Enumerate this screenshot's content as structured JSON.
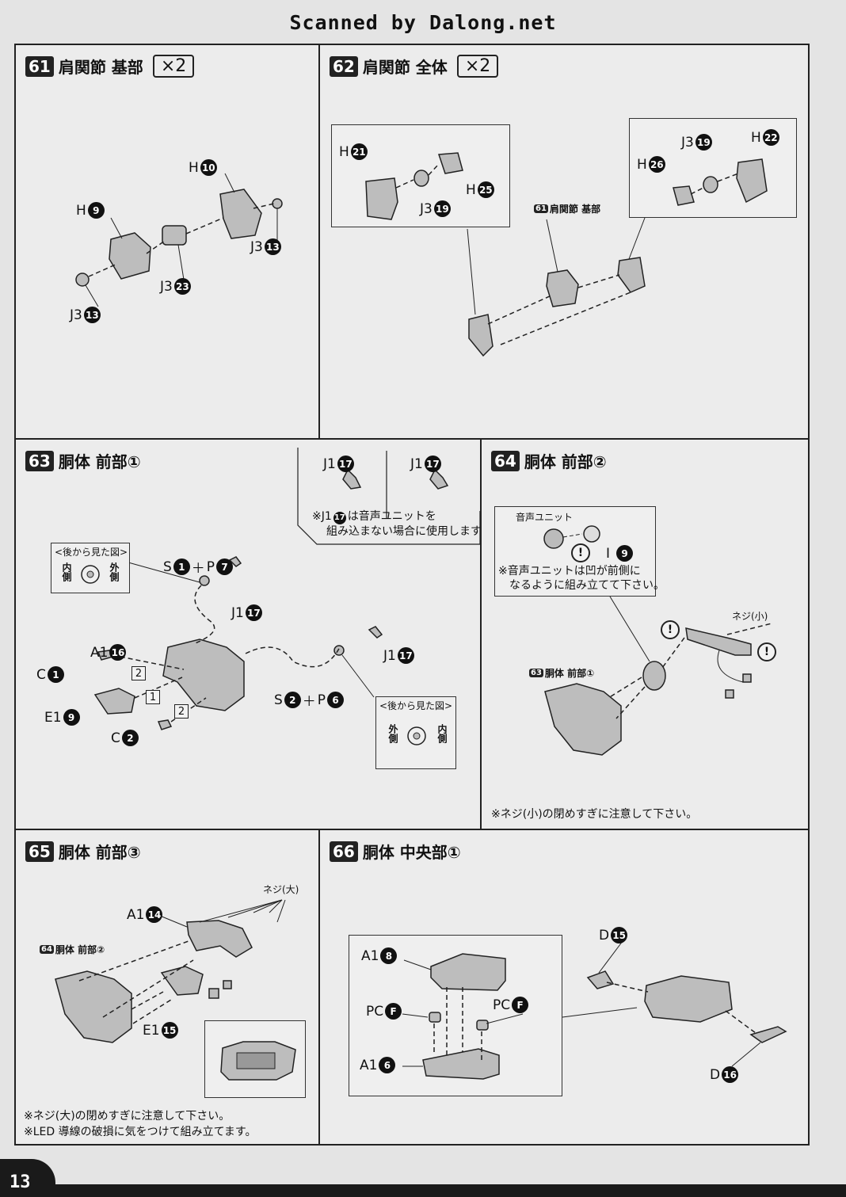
{
  "header": {
    "title": "Scanned by Dalong.net"
  },
  "page_number": "13",
  "steps": {
    "s61": {
      "num": "61",
      "title": "肩関節 基部",
      "mult": "×2",
      "labels": {
        "h10": {
          "letter": "H",
          "num": "10"
        },
        "h9": {
          "letter": "H",
          "num": "9"
        },
        "j3_13a": {
          "letter": "J3",
          "num": "13"
        },
        "j3_23": {
          "letter": "J3",
          "num": "23"
        },
        "j3_13b": {
          "letter": "J3",
          "num": "13"
        }
      }
    },
    "s62": {
      "num": "62",
      "title": "肩関節 全体",
      "mult": "×2",
      "labels": {
        "h21": {
          "letter": "H",
          "num": "21"
        },
        "h25": {
          "letter": "H",
          "num": "25"
        },
        "j3_19a": {
          "letter": "J3",
          "num": "19"
        },
        "j3_19b": {
          "letter": "J3",
          "num": "19"
        },
        "h22": {
          "letter": "H",
          "num": "22"
        },
        "h26": {
          "letter": "H",
          "num": "26"
        }
      },
      "ref": {
        "num": "61",
        "text": "肩関節 基部"
      }
    },
    "s63": {
      "num": "63",
      "title": "胴体 前部①",
      "labels": {
        "j1_17_top_a": {
          "letter": "J1",
          "num": "17"
        },
        "j1_17_top_b": {
          "letter": "J1",
          "num": "17"
        },
        "s1p7": {
          "a": "S",
          "an": "1",
          "plus": "＋",
          "b": "P",
          "bn": "7"
        },
        "j1_17a": {
          "letter": "J1",
          "num": "17"
        },
        "a1_16": {
          "letter": "A1",
          "num": "16"
        },
        "c1": {
          "letter": "C",
          "num": "1"
        },
        "e1_9": {
          "letter": "E1",
          "num": "9"
        },
        "c2": {
          "letter": "C",
          "num": "2"
        },
        "s2p6": {
          "a": "S",
          "an": "2",
          "plus": "＋",
          "b": "P",
          "bn": "6"
        },
        "j1_17b": {
          "letter": "J1",
          "num": "17"
        }
      },
      "seq": {
        "one": "1",
        "two_a": "2",
        "two_b": "2"
      },
      "note_top_prefix": "※J1",
      "note_top_num": "17",
      "note_top_rest": "は音声ユニットを",
      "note_top_line2": "組み込まない場合に使用します。",
      "view_left": {
        "title": "<後から見た図>",
        "left": "内側",
        "right": "外側"
      },
      "view_right": {
        "title": "<後から見た図>",
        "left": "外側",
        "right": "内側"
      }
    },
    "s64": {
      "num": "64",
      "title": "胴体 前部②",
      "sound_unit": "音声ユニット",
      "i9": {
        "letter": "I",
        "num": "9"
      },
      "note_box_l1": "※音声ユニットは凹が前側に",
      "note_box_l2": "なるように組み立てて下さい。",
      "screw_small": "ネジ(小)",
      "ref": {
        "num": "63",
        "text": "胴体 前部①"
      },
      "note_bottom": "※ネジ(小)の閉めすぎに注意して下さい。"
    },
    "s65": {
      "num": "65",
      "title": "胴体 前部③",
      "screw_large": "ネジ(大)",
      "a1_14": {
        "letter": "A1",
        "num": "14"
      },
      "e1_15": {
        "letter": "E1",
        "num": "15"
      },
      "ref": {
        "num": "64",
        "text": "胴体 前部②"
      },
      "note1": "※ネジ(大)の閉めすぎに注意して下さい。",
      "note2": "※LED 導線の破損に気をつけて組み立てます。"
    },
    "s66": {
      "num": "66",
      "title": "胴体 中央部①",
      "a1_8": {
        "letter": "A1",
        "num": "8"
      },
      "pcf_a": {
        "letter": "PC",
        "num": "F"
      },
      "pcf_b": {
        "letter": "PC",
        "num": "F"
      },
      "a1_6": {
        "letter": "A1",
        "num": "6"
      },
      "d15": {
        "letter": "D",
        "num": "15"
      },
      "d16": {
        "letter": "D",
        "num": "16"
      }
    }
  },
  "colors": {
    "ink": "#111111",
    "paper": "#ececec",
    "bar": "#1a1a1a"
  }
}
